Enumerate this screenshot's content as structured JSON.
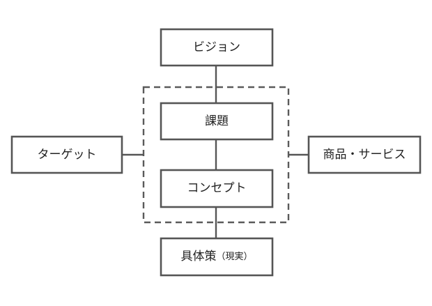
{
  "diagram": {
    "nodes": {
      "vision": "ビジョン",
      "issue": "課題",
      "target": "ターゲット",
      "product": "商品・サービス",
      "concept": "コンセプト",
      "measures": "具体策",
      "measures_note": "（現実）"
    }
  }
}
